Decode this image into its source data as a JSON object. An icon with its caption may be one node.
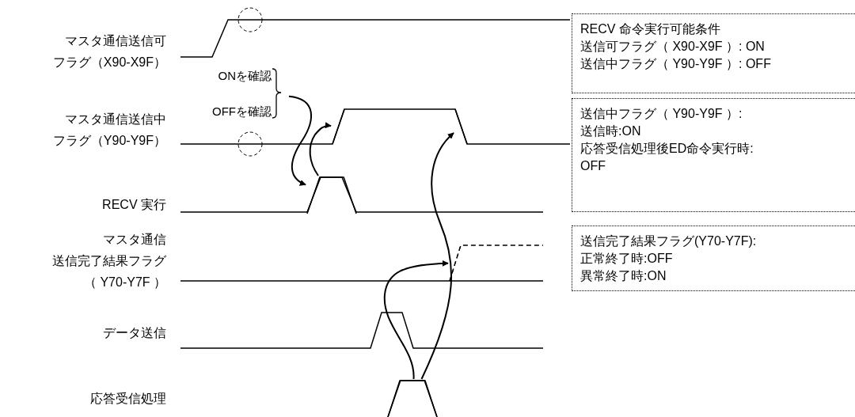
{
  "diagram": {
    "nodes": [
      {
        "text": [
          "ONを確認",
          "OFFを確認"
        ]
      },
      {
        "text": [],
        "shape": "line"
      },
      {
        "text": [],
        "shape": "line"
      },
      {
        "text": [],
        "shape": "pulse"
      },
      {
        "text": [],
        "shape": "line"
      },
      {
        "text": [],
        "shape": "pulse"
      },
      {
        "text": [
          "RECV 命令実行可能条件",
          "送信可フラグ（ X90-X9F ）: ON",
          "送信中フラグ（ Y90-Y9F ）: OFF"
        ]
      },
      {
        "text": [
          "送信中フラグ（ Y90-Y9F ）:",
          "送信時:ON",
          "応答受信処理後ED命令実行時: OFF"
        ]
      },
      {
        "text": [
          "送信完了結果フラグ(Y70-Y7F):",
          "正常終了時:OFF",
          "異常終了時:ON"
        ]
      }
    ],
    "edges": [
      {
        "from": 0,
        "to": 3,
        "arrow": "to"
      },
      {
        "from": 3,
        "to": 1,
        "arrow": "to"
      },
      {
        "from": 5,
        "to": 4,
        "arrow": "to"
      },
      {
        "from": 5,
        "to": 2,
        "arrow": "to"
      }
    ],
    "labels": [
      "マスタ通信送信可フラグ（X90-X9F）",
      "マスタ通信送信中フラグ（Y90-Y9F）",
      "RECV 実行",
      "マスタ通信送信完了結果フラグ（ Y70-Y7F ）",
      "データ送信",
      "応答受信処理"
    ]
  }
}
